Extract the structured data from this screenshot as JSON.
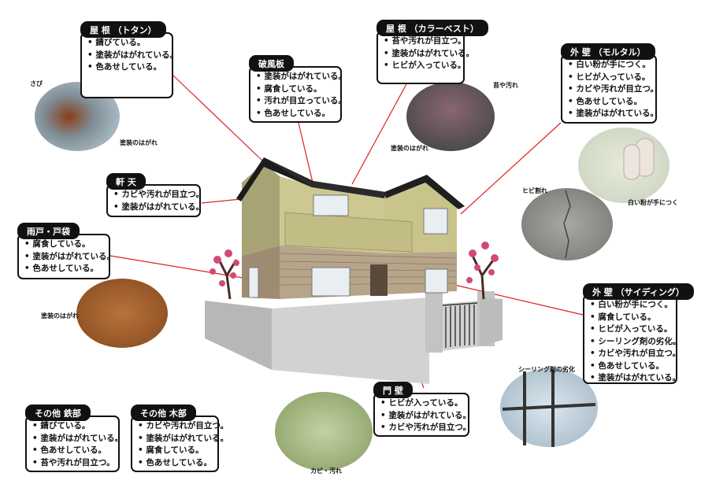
{
  "sections": {
    "roof_tin": {
      "title": "屋 根 （トタン）",
      "items": [
        "錆びている。",
        "塗装がはがれている。",
        "色あせしている。"
      ]
    },
    "bargeboard": {
      "title": "破風板",
      "items": [
        "塗装がはがれている。",
        "腐食している。",
        "汚れが目立っている。",
        "色あせしている。"
      ]
    },
    "roof_colorbest": {
      "title": "屋 根 （カラーベスト）",
      "items": [
        "苔や汚れが目立つ。",
        "塗装がはがれている。",
        "ヒビが入っている。"
      ]
    },
    "wall_mortar": {
      "title": "外 壁 （モルタル）",
      "items": [
        "白い粉が手につく。",
        "ヒビが入っている。",
        "カビや汚れが目立つ。",
        "色あせしている。",
        "塗装がはがれている。"
      ]
    },
    "eaves": {
      "title": "軒 天",
      "items": [
        "カビや汚れが目立つ。",
        "塗装がはがれている。"
      ]
    },
    "shutter": {
      "title": "雨戸・戸袋",
      "items": [
        "腐食している。",
        "塗装がはがれている。",
        "色あせしている。"
      ]
    },
    "wall_siding": {
      "title": "外 壁 （サイディング）",
      "items": [
        "白い粉が手につく。",
        "腐食している。",
        "ヒビが入っている。",
        "シーリング剤の劣化。",
        "カビや汚れが目立つ。",
        "色あせしている。",
        "塗装がはがれている。"
      ]
    },
    "gate_wall": {
      "title": "門 壁",
      "items": [
        "ヒビが入っている。",
        "塗装がはがれている。",
        "カビや汚れが目立つ。"
      ]
    },
    "other_iron": {
      "title": "その他 鉄部",
      "items": [
        "錆びている。",
        "塗装がはがれている。",
        "色あせしている。",
        "苔や汚れが目立つ。"
      ]
    },
    "other_wood": {
      "title": "その他 木部",
      "items": [
        "カビや汚れが目立つ。",
        "塗装がはがれている。",
        "腐食している。",
        "色あせしている。"
      ]
    }
  },
  "captions": {
    "rust": "さび",
    "peeling_tin": "塗装のはがれ",
    "moss_dirt": "苔や汚れ",
    "peeling_roof": "塗装のはがれ",
    "crack": "ヒビ割れ",
    "chalking": "白い粉が手につく",
    "peeling_shutter": "塗装のはがれ",
    "sealant": "シーリング剤の劣化",
    "mold": "カビ・汚れ"
  },
  "colors": {
    "label_bg": "#111111",
    "leader_line": "#e02020",
    "wall_upper": "#c8c48a",
    "roof": "#222222",
    "siding": "#a99880",
    "fence": "#cfcfcf"
  }
}
